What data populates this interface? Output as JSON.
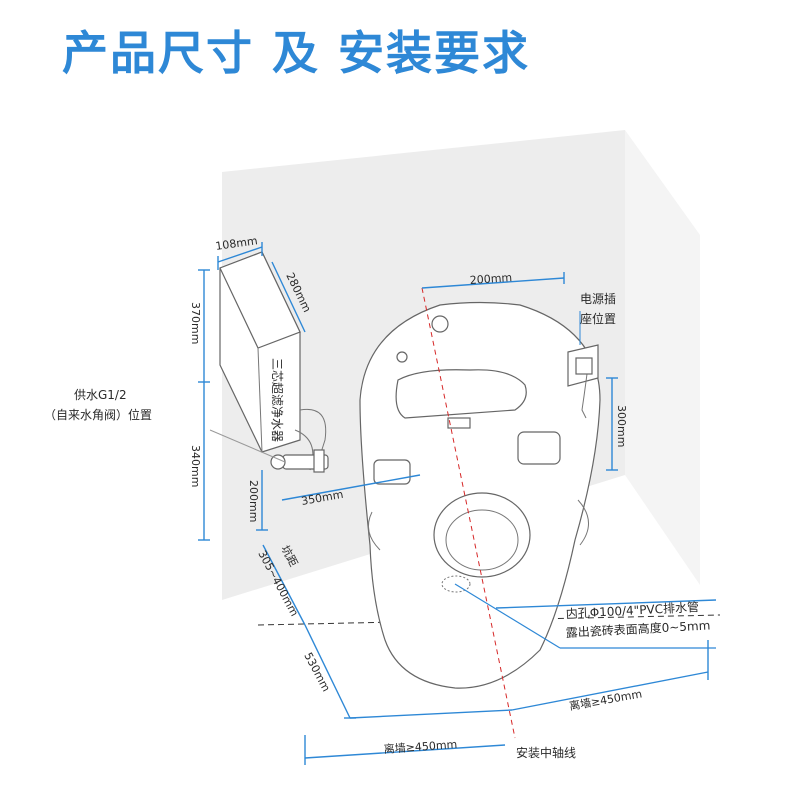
{
  "title": "产品尺寸 及 安装要求",
  "filter_label": "三芯超滤净水器",
  "dimensions": {
    "filter_width": "108mm",
    "filter_depth": "280mm",
    "filter_height": "370mm",
    "filter_to_floor": "340mm",
    "water_height": "200mm",
    "water_offset": "350mm",
    "socket_offset": "200mm",
    "socket_height": "300mm",
    "rough_in": "305~400mm",
    "rough_in_label": "坑距",
    "toilet_length": "530mm",
    "wall_left": "离墙≥450mm",
    "wall_right": "离墙≥450mm"
  },
  "labels": {
    "water_supply_line1": "供水G1/2",
    "water_supply_line2": "（自来水角阀）位置",
    "socket_line1": "电源插",
    "socket_line2": "座位置",
    "drain_line1": "内孔Φ100/4\"PVC排水管",
    "drain_line2": "露出瓷砖表面高度0~5mm",
    "axis": "安装中轴线"
  },
  "colors": {
    "title": "#2e88d6",
    "dimension_line": "#2e88d6",
    "center_axis": "#d62828",
    "wall": "#eeeeee"
  }
}
